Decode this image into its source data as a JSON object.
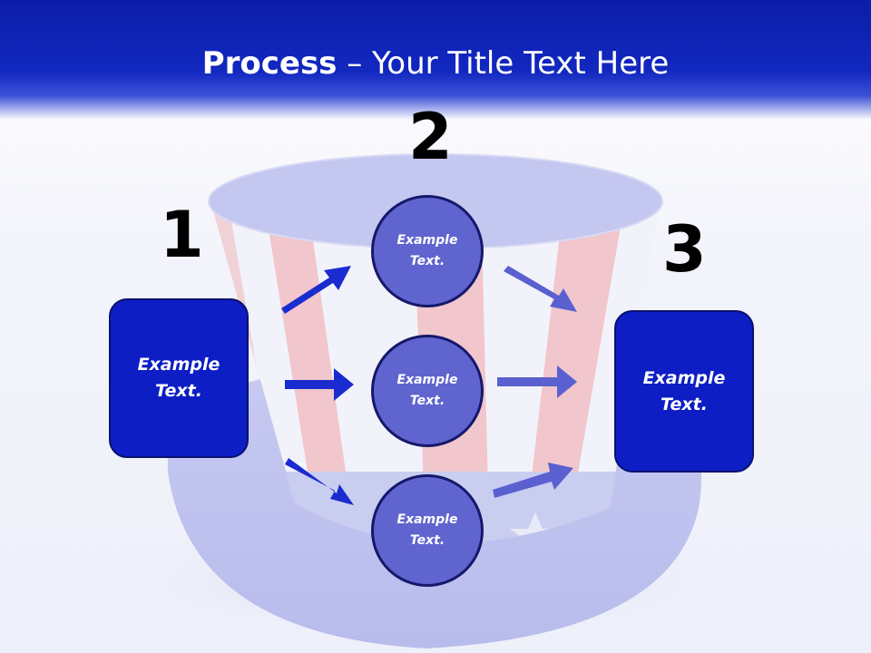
{
  "slide": {
    "title_bold": "Process",
    "title_rest": " – Your Title Text Here"
  },
  "steps": {
    "step1_number": "1",
    "step2_number": "2",
    "step3_number": "3"
  },
  "left_box": {
    "text": "Example Text."
  },
  "right_box": {
    "text": "Example Text."
  },
  "circles": [
    {
      "text": "Example Text."
    },
    {
      "text": "Example Text."
    },
    {
      "text": "Example Text."
    }
  ],
  "colors": {
    "header_blue": "#0b1da8",
    "box_blue": "#0c1ec4",
    "circle_fill": "#6064cf",
    "arrow_dark": "#1a2bd0",
    "arrow_light": "#5a60d0"
  }
}
